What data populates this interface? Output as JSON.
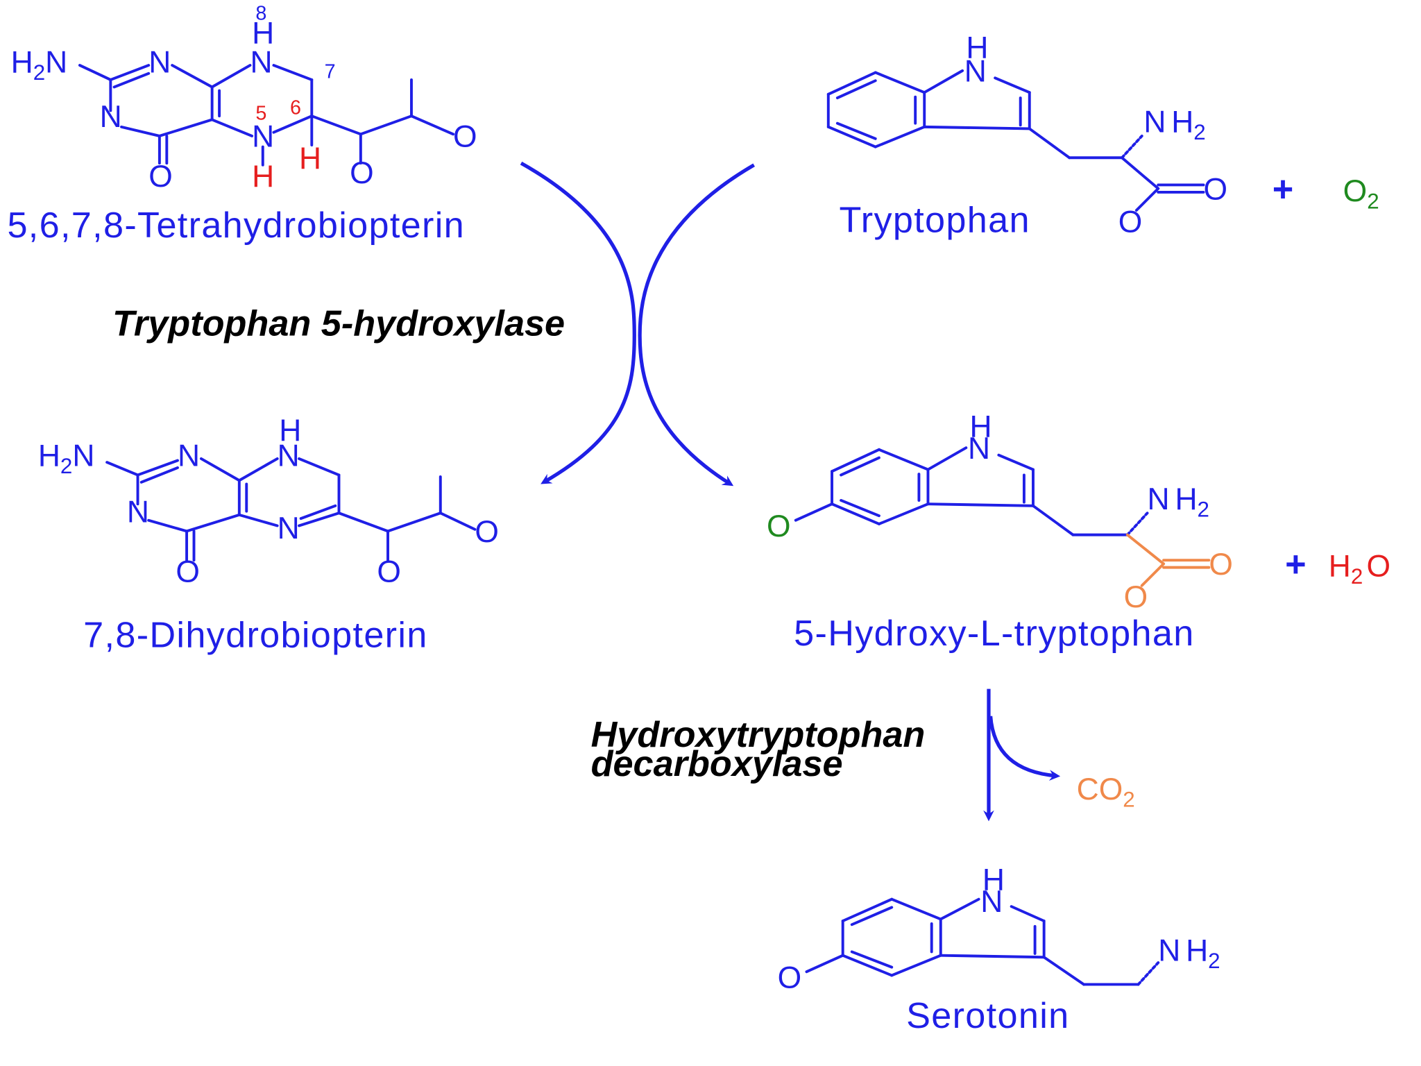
{
  "compounds": {
    "bh4": "5,6,7,8-Tetrahydrobiopterin",
    "trp": "Tryptophan",
    "bh2": "7,8-Dihydrobiopterin",
    "htp": "5-Hydroxy-L-tryptophan",
    "ser": "Serotonin"
  },
  "enzymes": {
    "tph": "Tryptophan 5-hydroxylase",
    "aadc_line1": "Hydroxytryptophan",
    "aadc_line2": "decarboxylase"
  },
  "cosubstrates": {
    "plus": "+",
    "o2": "O",
    "o2_sub": "2",
    "h2o_h": "H",
    "h2o_sub": "2",
    "h2o_o": "O",
    "co2": "CO",
    "co2_sub": "2"
  },
  "atoms": {
    "H": "H",
    "N": "N",
    "O": "O",
    "H2N_H": "H",
    "H2N_2": "2",
    "H2N_N": "N",
    "NH2_N": "N",
    "NH2_H": "H",
    "NH2_2": "2",
    "n5": "5",
    "n6": "6",
    "n7": "7",
    "n8": "8"
  },
  "colors": {
    "structure": "#1f1fe6",
    "highlight_red": "#e61e1e",
    "highlight_green": "#1f8a1f",
    "highlight_orange": "#f0894a",
    "enzyme_text": "#000000"
  }
}
